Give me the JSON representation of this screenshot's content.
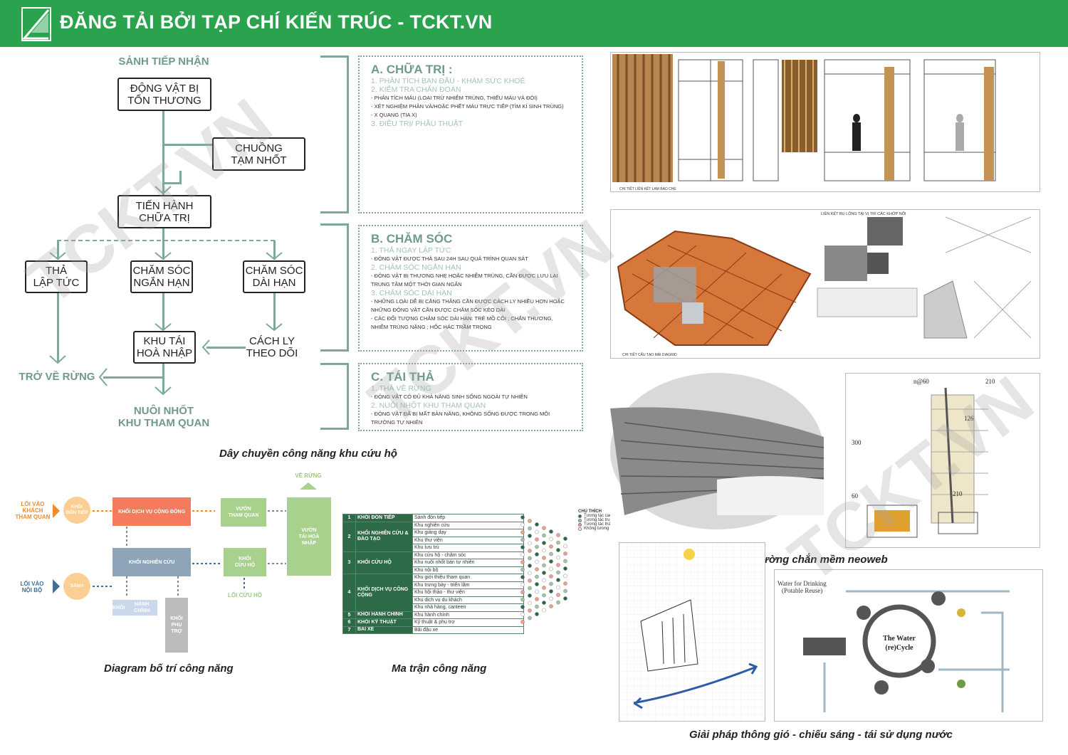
{
  "banner": {
    "title": "ĐĂNG TẢI BỞI TẠP CHÍ KIẾN TRÚC - TCKT.VN"
  },
  "watermark": "TCKT.VN",
  "flow": {
    "top_label": "SẢNH TIẾP NHẬN",
    "injured": [
      "ĐỘNG VẬT BỊ",
      "TỔN THƯƠNG"
    ],
    "temp": [
      "CHUỒNG",
      "TẠM NHỐT"
    ],
    "treat": [
      "TIẾN HÀNH",
      "CHỮA TRỊ"
    ],
    "release_now": [
      "THẢ",
      "LẬP TỨC"
    ],
    "short_care": [
      "CHĂM SÓC",
      "NGẮN HẠN"
    ],
    "long_care": [
      "CHĂM SÓC",
      "DÀI HẠN"
    ],
    "reintegrate": [
      "KHU TÁI",
      "HOÀ NHẬP"
    ],
    "isolate": [
      "CÁCH LY",
      "THEO DÕI"
    ],
    "back_forest": "TRỞ VỀ RỪNG",
    "visit_area": [
      "NUÔI NHỐT",
      "KHU THAM QUAN"
    ]
  },
  "panels": {
    "a": {
      "heading": "A. CHỮA TRỊ :",
      "lines": [
        {
          "t": "sub",
          "text": "1. PHÂN TÍCH BAN ĐẦU - KHÁM SỨC KHOẺ"
        },
        {
          "t": "sub",
          "text": "2. KIỂM TRA CHẨN ĐOÁN"
        },
        {
          "t": "body",
          "text": "- PHÂN TÍCH MÁU (LOẠI TRỪ NHIỄM TRÙNG, THIẾU MÁU VÀ ĐÓI)"
        },
        {
          "t": "body",
          "text": "- XÉT NGHIỆM PHÂN VÀ/HOẶC PHẾT MÁU TRỰC TIẾP (TÌM KÍ SINH TRÙNG)"
        },
        {
          "t": "body",
          "text": "- X QUANG (TIA X)"
        },
        {
          "t": "sub",
          "text": "3. ĐIỀU TRỊ/ PHẪU THUẬT"
        }
      ]
    },
    "b": {
      "heading": "B. CHĂM SÓC",
      "lines": [
        {
          "t": "sub",
          "text": "1. THẢ NGAY LẬP TỨC"
        },
        {
          "t": "body",
          "text": "- ĐỘNG VẬT ĐƯỢC THẢ SAU 24H SAU QUÁ TRÌNH QUAN SÁT"
        },
        {
          "t": "sub",
          "text": "2. CHĂM SÓC NGẮN HẠN"
        },
        {
          "t": "body",
          "text": "- ĐỘNG VẬT BỊ THƯƠNG NHẸ HOẶC NHIỄM TRÙNG, CẦN ĐƯỢC LƯU LẠI TRUNG TÂM MỘT THỜI GIAN NGẮN"
        },
        {
          "t": "sub",
          "text": "3. CHĂM SÓC DÀI HẠN"
        },
        {
          "t": "body",
          "text": "- NHỮNG LOÀI DỄ BỊ CĂNG THẲNG CẦN ĐƯỢC CÁCH LY NHIỀU HƠN HOẶC NHỮNG ĐỘNG VẬT CẦN ĐƯỢC CHĂM SÓC KÉO DÀI"
        },
        {
          "t": "body",
          "text": "- CÁC ĐỐI TƯỢNG CHĂM SÓC DÀI HẠN: TRẺ MỒ CÔI ; CHẤN THƯƠNG, NHIỄM TRÙNG NẶNG ; HỐC HÁC TRẦM TRỌNG"
        }
      ]
    },
    "c": {
      "heading": "C. TÁI THẢ",
      "lines": [
        {
          "t": "sub",
          "text": "1. THẢ VỀ RỪNG"
        },
        {
          "t": "body",
          "text": "- ĐỘNG VẬT CÓ ĐỦ KHẢ NĂNG SINH SỐNG NGOÀI TỰ NHIÊN"
        },
        {
          "t": "sub",
          "text": "2. NUÔI NHỐT KHU THAM QUAN"
        },
        {
          "t": "body",
          "text": "- ĐỘNG VẬT ĐÃ BỊ MẤT BẢN NĂNG, KHÔNG SỐNG ĐƯỢC TRONG MÔI TRƯỜNG TỰ NHIÊN"
        }
      ]
    }
  },
  "captions": {
    "flow": "Dây chuyền công năng khu cứu hộ",
    "layout": "Diagram bố trí công năng",
    "matrix": "Ma trận công năng",
    "wall": "Tường chắn mềm neoweb",
    "vent": "Giải pháp thông gió - chiếu sáng - tái sử dụng nước"
  },
  "layout": {
    "entry_visitor": [
      "LỐI VÀO",
      "KHÁCH",
      "THAM QUAN"
    ],
    "entry_internal": [
      "LỐI VÀO",
      "NỘI BỘ"
    ],
    "welcome": [
      "KHỐI",
      "ĐÓN TIẾP"
    ],
    "lobby": "SẢNH",
    "community": "KHỐI DỊCH VỤ CỘNG ĐỒNG",
    "research": "KHỐI NGHIÊN CỨU",
    "admin": [
      "KHỐI",
      "HÀNH CHÍNH"
    ],
    "tech": [
      "KHỐI",
      "PHỤ",
      "TRỢ"
    ],
    "visit_garden": [
      "VƯỜN",
      "THAM QUAN"
    ],
    "rescue": [
      "KHỐI",
      "CỨU HỘ"
    ],
    "rescue_entry": "LỐI CỨU HỘ",
    "reint_garden": [
      "VƯỜN",
      "TÁI HOÀ",
      "NHẬP"
    ],
    "to_forest": "VỀ RỪNG",
    "colors": {
      "orange": "#f47b5e",
      "blue": "#8ea4b8",
      "green": "#a9d18e",
      "gray": "#bcbcbc"
    }
  },
  "matrix": {
    "groups": [
      {
        "num": "1",
        "name": "KHỐI ĐÓN TIẾP",
        "items": [
          "Sảnh đón tiếp"
        ]
      },
      {
        "num": "2",
        "name": "KHỐI NGHIÊN CỨU & ĐÀO TẠO",
        "items": [
          "Khu nghiên cứu",
          "Khu giảng dạy",
          "Khu thư viện",
          "Khu lưu trú"
        ]
      },
      {
        "num": "3",
        "name": "KHỐI CỨU HỘ",
        "items": [
          "Khu cứu hộ - chăm sóc",
          "Khu nuôi nhốt bán tự nhiên",
          "Khu nội bộ"
        ]
      },
      {
        "num": "4",
        "name": "KHỐI DỊCH VỤ CÔNG CỘNG",
        "items": [
          "Khu giới thiệu tham quan",
          "Khu trưng bày - triển lãm",
          "Khu hội thảo - thư viện",
          "Khu dịch vụ du khách",
          "Khu nhà hàng, canteen"
        ]
      },
      {
        "num": "5",
        "name": "KHỐI HÀNH CHÍNH",
        "items": [
          "Khu hành chính"
        ]
      },
      {
        "num": "6",
        "name": "KHỐI KỸ THUẬT",
        "items": [
          "Kỹ thuật & phụ trợ"
        ]
      },
      {
        "num": "7",
        "name": "BÃI XE",
        "items": [
          "Bãi đậu xe"
        ]
      }
    ],
    "legend_title": "CHÚ THÍCH",
    "legend": [
      "Tương tác cao",
      "Tương tác trung bình",
      "Tương tác thấp",
      "Không tương tác"
    ],
    "legend_colors": [
      "#2d6a48",
      "#9fc5a8",
      "#f0a08a",
      "#ffffff"
    ]
  },
  "images": {
    "facade_caption": "CHI TIẾT LIÊN KẾT LAM BAO CHE",
    "roof_caption": "CHI TIẾT CẤU TẠO MÁI DIAGRID",
    "roof_joint_title": "LIÊN KẾT BU LÔNG TẠI VỊ TRÍ CÁC KHỚP NỐI",
    "wall_dims": [
      "n@60",
      "210",
      "300",
      "60",
      "126",
      "210"
    ],
    "water_title": [
      "Water for Drinking",
      "(Potable Reuse)"
    ],
    "water_cycle": [
      "The Water",
      "(re)Cycle"
    ]
  }
}
